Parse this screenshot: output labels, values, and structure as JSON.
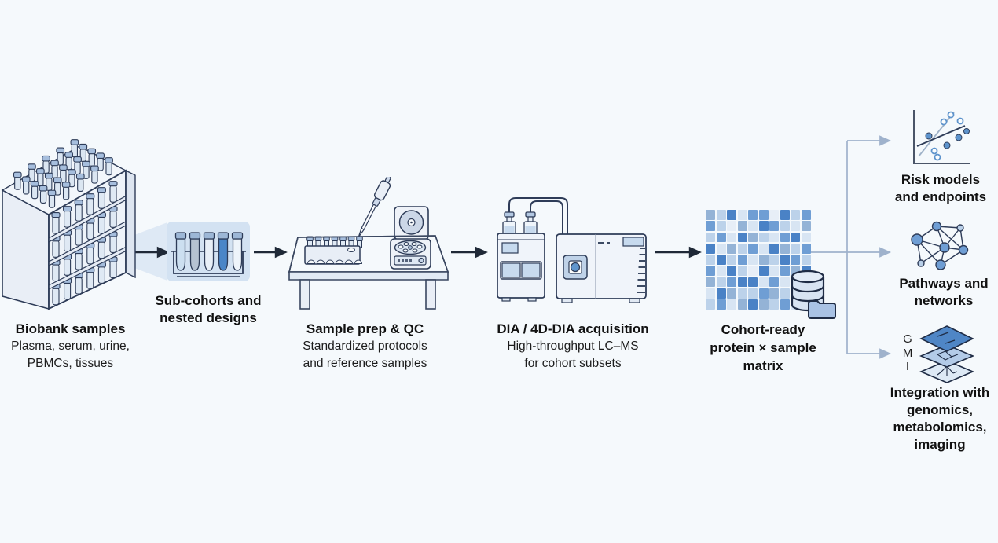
{
  "diagram": {
    "stages": [
      {
        "id": "biobank",
        "title": "Biobank samples",
        "subtitle": [
          "Plasma, serum, urine,",
          "PBMCs, tissues"
        ]
      },
      {
        "id": "subcohorts",
        "title": [
          "Sub-cohorts and",
          "nested designs"
        ]
      },
      {
        "id": "sample-prep",
        "title": "Sample prep & QC",
        "subtitle": [
          "Standardized protocols",
          "and reference samples"
        ]
      },
      {
        "id": "dia-acquisition",
        "title": "DIA / 4D-DIA acquisition",
        "subtitle": [
          "High-throughput LC–MS",
          "for cohort subsets"
        ]
      },
      {
        "id": "matrix",
        "title": [
          "Cohort-ready",
          "protein × sample",
          "matrix"
        ]
      }
    ],
    "outputs": [
      {
        "id": "risk",
        "label": [
          "Risk models",
          "and endpoints"
        ]
      },
      {
        "id": "pathways",
        "label": [
          "Pathways and",
          "networks"
        ]
      },
      {
        "id": "integration",
        "label": [
          "Integration with",
          "genomics,",
          "metabolomics,",
          "imaging"
        ],
        "letters": [
          "G",
          "M",
          "I"
        ]
      }
    ],
    "icons": {
      "biobank": "tube-rack-3d-icon",
      "subcohorts": "tube-strip-inset-icon",
      "sample_prep": "bench-pipette-centrifuge-icon",
      "dia": "lc-ms-instrument-icon",
      "matrix": "heatmap-database-folder-icon",
      "risk": "scatter-plot-icon",
      "pathways": "network-graph-icon",
      "integration": "stacked-omics-layers-icon"
    }
  },
  "heatmap": {
    "palette": [
      "#4a82c6",
      "#6f9ed4",
      "#94b3d6",
      "#bcd2ea",
      "#d8e5f3",
      "#e7eef7"
    ],
    "rows": [
      "2304115031",
      "1352401342",
      "3140234104",
      "0423140231",
      "3031423013",
      "1403504120",
      "2310041432",
      "4023312301",
      "3142023140"
    ]
  },
  "colors": {
    "background": "#f5f9fc",
    "outline": "#2e3c58",
    "accent_blue": "#4a82c6",
    "light_blue": "#d3e2f2",
    "arrow_dark": "#1f2937",
    "branch_light": "#9fb2cc",
    "text": "#141414"
  }
}
